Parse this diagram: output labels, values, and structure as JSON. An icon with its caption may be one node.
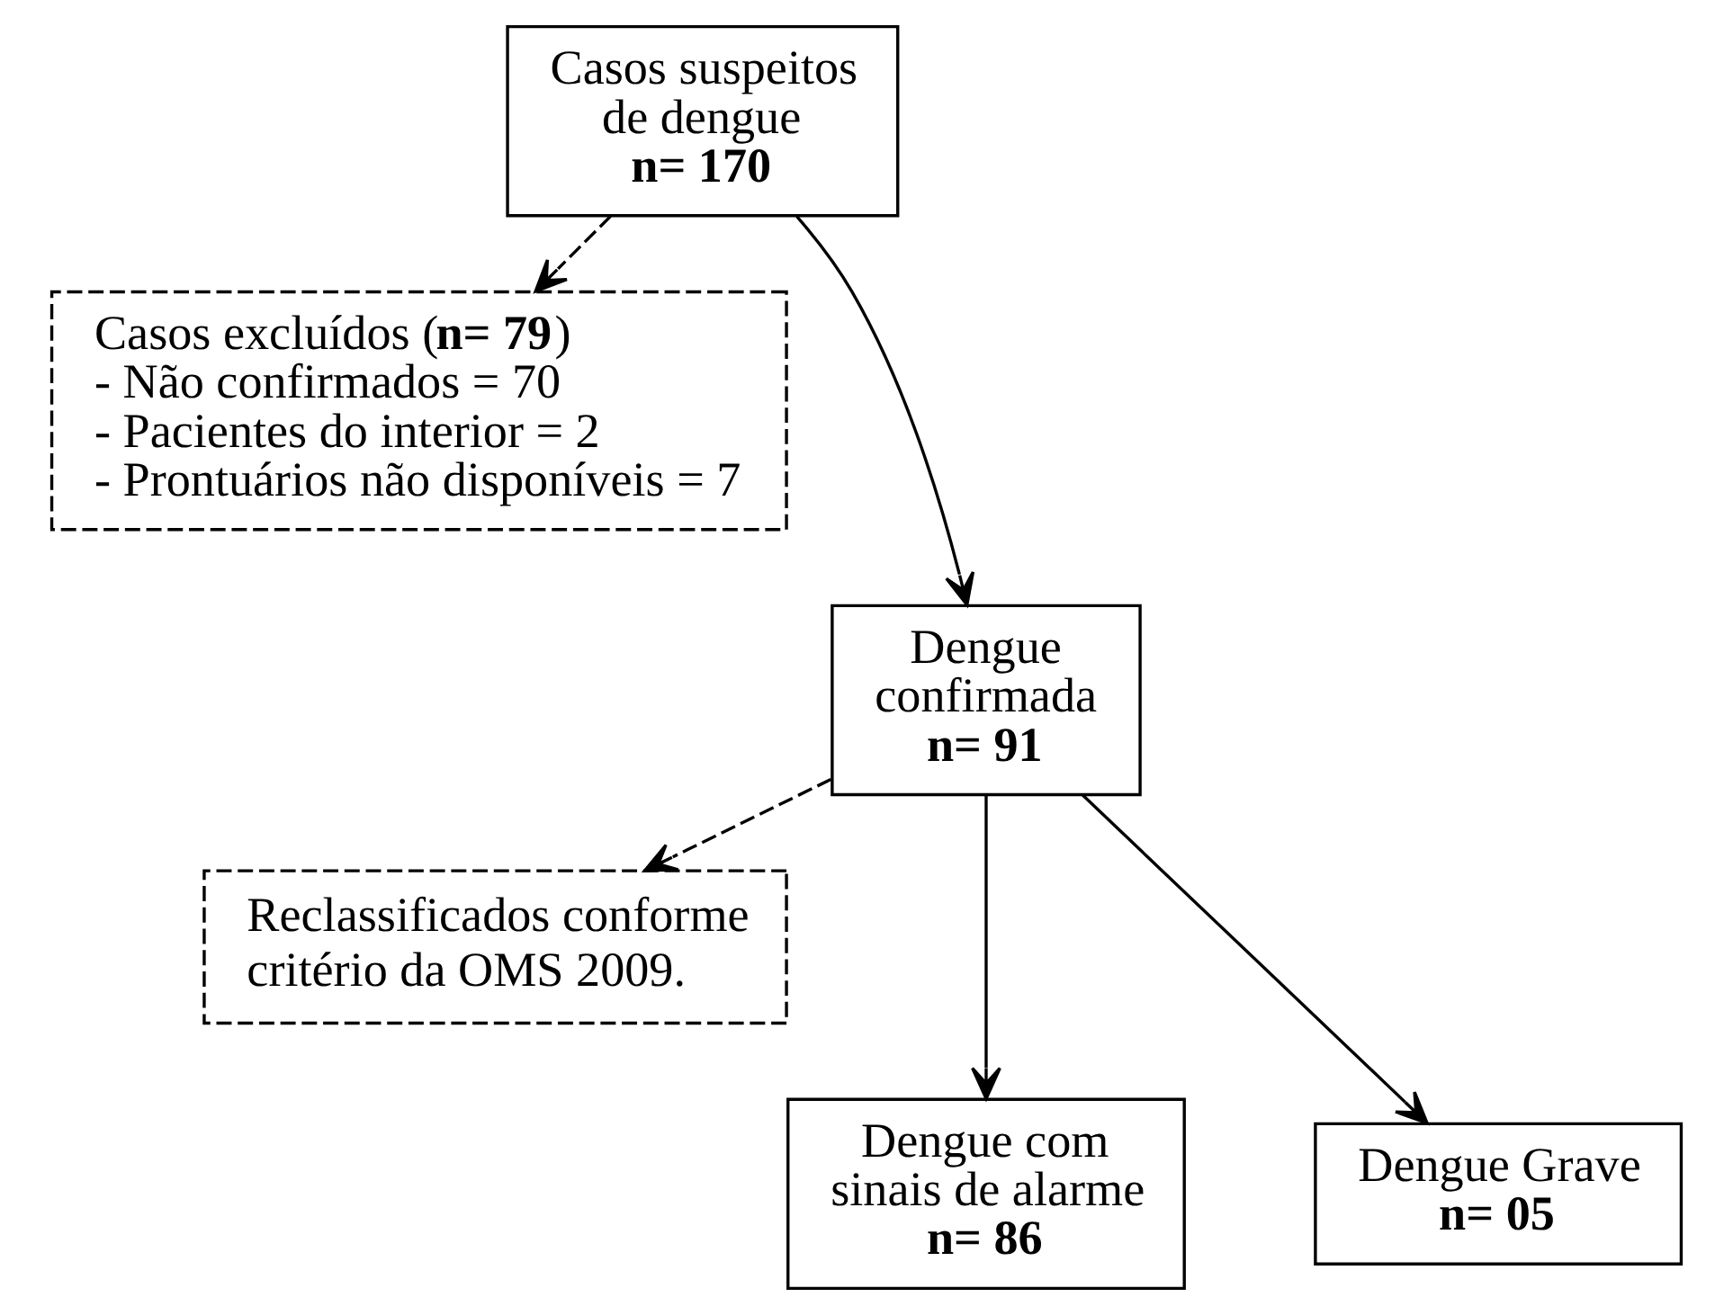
{
  "diagram": {
    "nodes": [
      {
        "text": [
          "Casos suspeitos de dengue",
          "n= 170"
        ]
      },
      {
        "text": [
          "Casos excluídos (**n= 79**)",
          "- Não confirmados = 70",
          "- Pacientes do interior = 2",
          "- Prontuários não disponíveis = 7"
        ]
      },
      {
        "text": [
          "Dengue confirmada",
          "n= 91"
        ]
      },
      {
        "text": [
          "Reclassificados conforme critério da OMS 2009."
        ]
      },
      {
        "text": [
          "Dengue com sinais de alarme",
          "n= 86"
        ]
      },
      {
        "text": [
          "Dengue Grave",
          "n= 05"
        ]
      }
    ],
    "edges": [
      {
        "from": 0,
        "to": 2,
        "arrow": "to"
      },
      {
        "from": 0,
        "to": 1,
        "arrow": "to",
        "style": "dashed"
      },
      {
        "from": 2,
        "to": 3,
        "arrow": "to",
        "style": "dashed"
      },
      {
        "from": 2,
        "to": 4,
        "arrow": "to"
      },
      {
        "from": 2,
        "to": 5,
        "arrow": "to"
      }
    ]
  }
}
